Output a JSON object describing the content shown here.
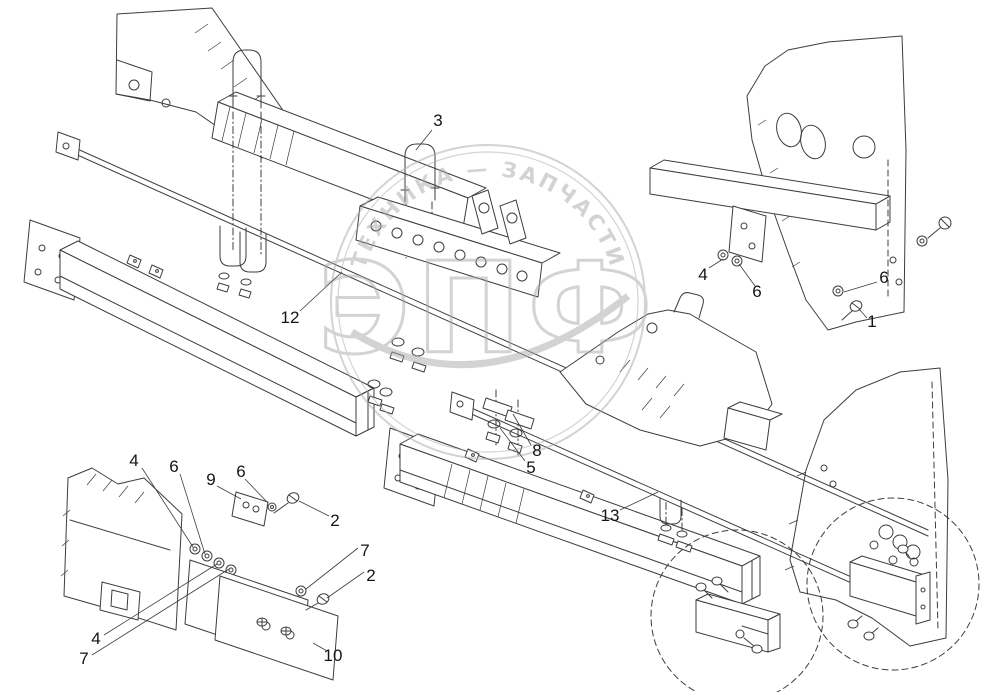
{
  "page": {
    "background": "#ffffff"
  },
  "diagram": {
    "line_color": "#3d3d3d"
  },
  "watermark": {
    "brand": "ЭПФ",
    "arc_text": "ТЕХНИКА — ЗАПЧАСТИ",
    "color": "#a9a9a9"
  },
  "callouts": [
    {
      "label": "3"
    },
    {
      "label": "12"
    },
    {
      "label": "4"
    },
    {
      "label": "6"
    },
    {
      "label": "6"
    },
    {
      "label": "1"
    },
    {
      "label": "8"
    },
    {
      "label": "5"
    },
    {
      "label": "13"
    },
    {
      "label": "4"
    },
    {
      "label": "6"
    },
    {
      "label": "9"
    },
    {
      "label": "6"
    },
    {
      "label": "2"
    },
    {
      "label": "7"
    },
    {
      "label": "2"
    },
    {
      "label": "4"
    },
    {
      "label": "7"
    },
    {
      "label": "10"
    }
  ]
}
